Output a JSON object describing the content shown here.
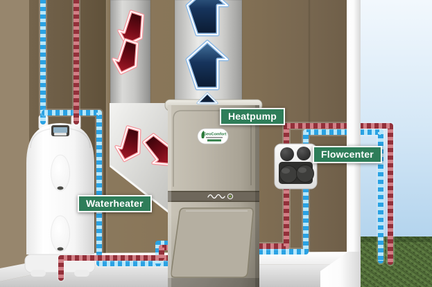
{
  "labels": {
    "waterheater": "Waterheater",
    "heatpump": "Heatpump",
    "flowcenter": "Flowcenter"
  },
  "heatpump_brand": "GeoComfort",
  "colors": {
    "label_green": "#2e7d59",
    "hot_pipe_red": "#93303a",
    "hot_pipe_dash": "#d27f86",
    "cold_pipe_blue": "#2aa2e3",
    "cold_pipe_dash": "#b8e7fb",
    "warm_air_arrow": "#7c0e1b",
    "cool_air_arrow": "#16345c",
    "wall_brown": "#80704f",
    "sky_blue": "#bcd9ef",
    "grass_green": "#55713c"
  }
}
